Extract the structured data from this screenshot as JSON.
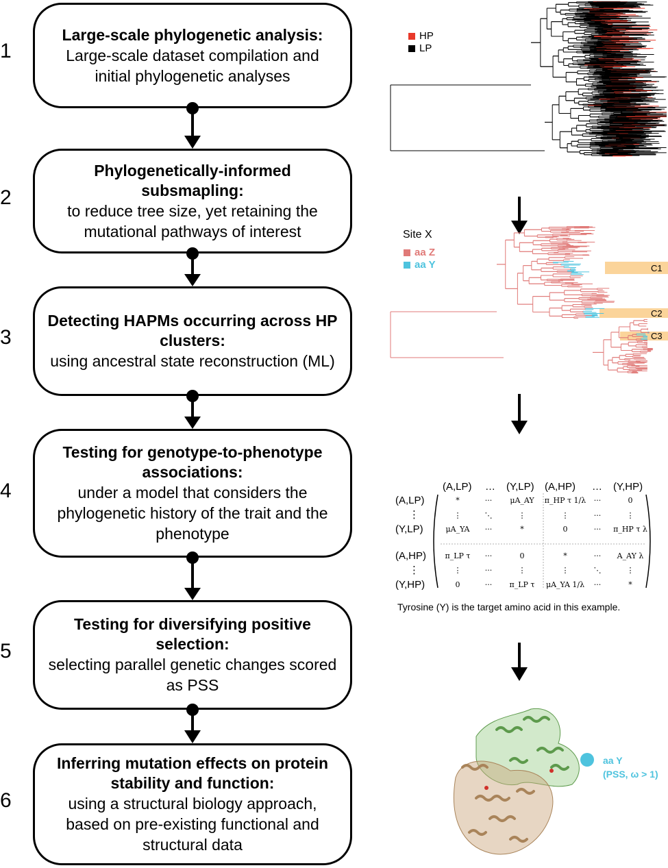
{
  "steps": [
    {
      "num": "1",
      "title": "Large-scale phylogenetic analysis:",
      "desc": "Large-scale dataset compilation and initial phylogenetic analyses"
    },
    {
      "num": "2",
      "title": "Phylogenetically-informed subsmapling:",
      "desc": "to reduce tree size, yet retaining the mutational pathways of interest"
    },
    {
      "num": "3",
      "title": "Detecting HAPMs occurring across HP clusters:",
      "desc": "using ancestral state reconstruction (ML)"
    },
    {
      "num": "4",
      "title": "Testing for genotype-to-phenotype associations:",
      "desc": "under a model that considers the phylogenetic history of the trait and the phenotype"
    },
    {
      "num": "5",
      "title": "Testing for diversifying positive selection:",
      "desc": "selecting parallel genetic changes scored as PSS"
    },
    {
      "num": "6",
      "title": "Inferring mutation effects on protein stability and function:",
      "desc": "using a structural biology approach, based on pre-existing functional and structural data"
    }
  ],
  "tree1": {
    "legend": [
      {
        "label": "HP",
        "color": "#e8392a"
      },
      {
        "label": "LP",
        "color": "#000000"
      }
    ]
  },
  "tree2": {
    "site_label": "Site X",
    "legend": [
      {
        "label": "aa Z",
        "color": "#e07a78"
      },
      {
        "label": "aa Y",
        "color": "#4ec3de"
      }
    ],
    "clusters": [
      "C1",
      "C2",
      "C3"
    ],
    "colors": {
      "branch": "#e07a78",
      "highlight": "#fbd49a",
      "aaY": "#4ec3de"
    }
  },
  "matrix": {
    "col_headers": [
      "(A,LP)",
      "…",
      "(Y,LP)",
      "(A,HP)",
      "…",
      "(Y,HP)"
    ],
    "row_headers": [
      "(A,LP)",
      "⋮",
      "(Y,LP)",
      "(A,HP)",
      "⋮",
      "(Y,HP)"
    ],
    "rows": [
      [
        "*",
        "···",
        "μA_AY",
        "π_HP τ 1/λ",
        "···",
        "0"
      ],
      [
        "⋮",
        "⋱",
        "⋮",
        "⋮",
        "···",
        "⋮"
      ],
      [
        "μA_YA",
        "···",
        "*",
        "0",
        "···",
        "π_HP τ λ"
      ],
      [
        "π_LP τ",
        "···",
        "0",
        "*",
        "···",
        "A_AY λ"
      ],
      [
        "⋮",
        "···",
        "⋮",
        "⋮",
        "⋱",
        "⋮"
      ],
      [
        "0",
        "···",
        "π_LP τ",
        "μA_YA 1/λ",
        "···",
        "*"
      ]
    ],
    "caption": "Tyrosine (Y) is the target amino acid in this example."
  },
  "protein": {
    "label_line1": "aa Y",
    "label_line2": "(PSS, ω > 1)",
    "colors": {
      "green": "#7fbf6a",
      "tan": "#c9a57a",
      "marker": "#4ec3de"
    }
  }
}
